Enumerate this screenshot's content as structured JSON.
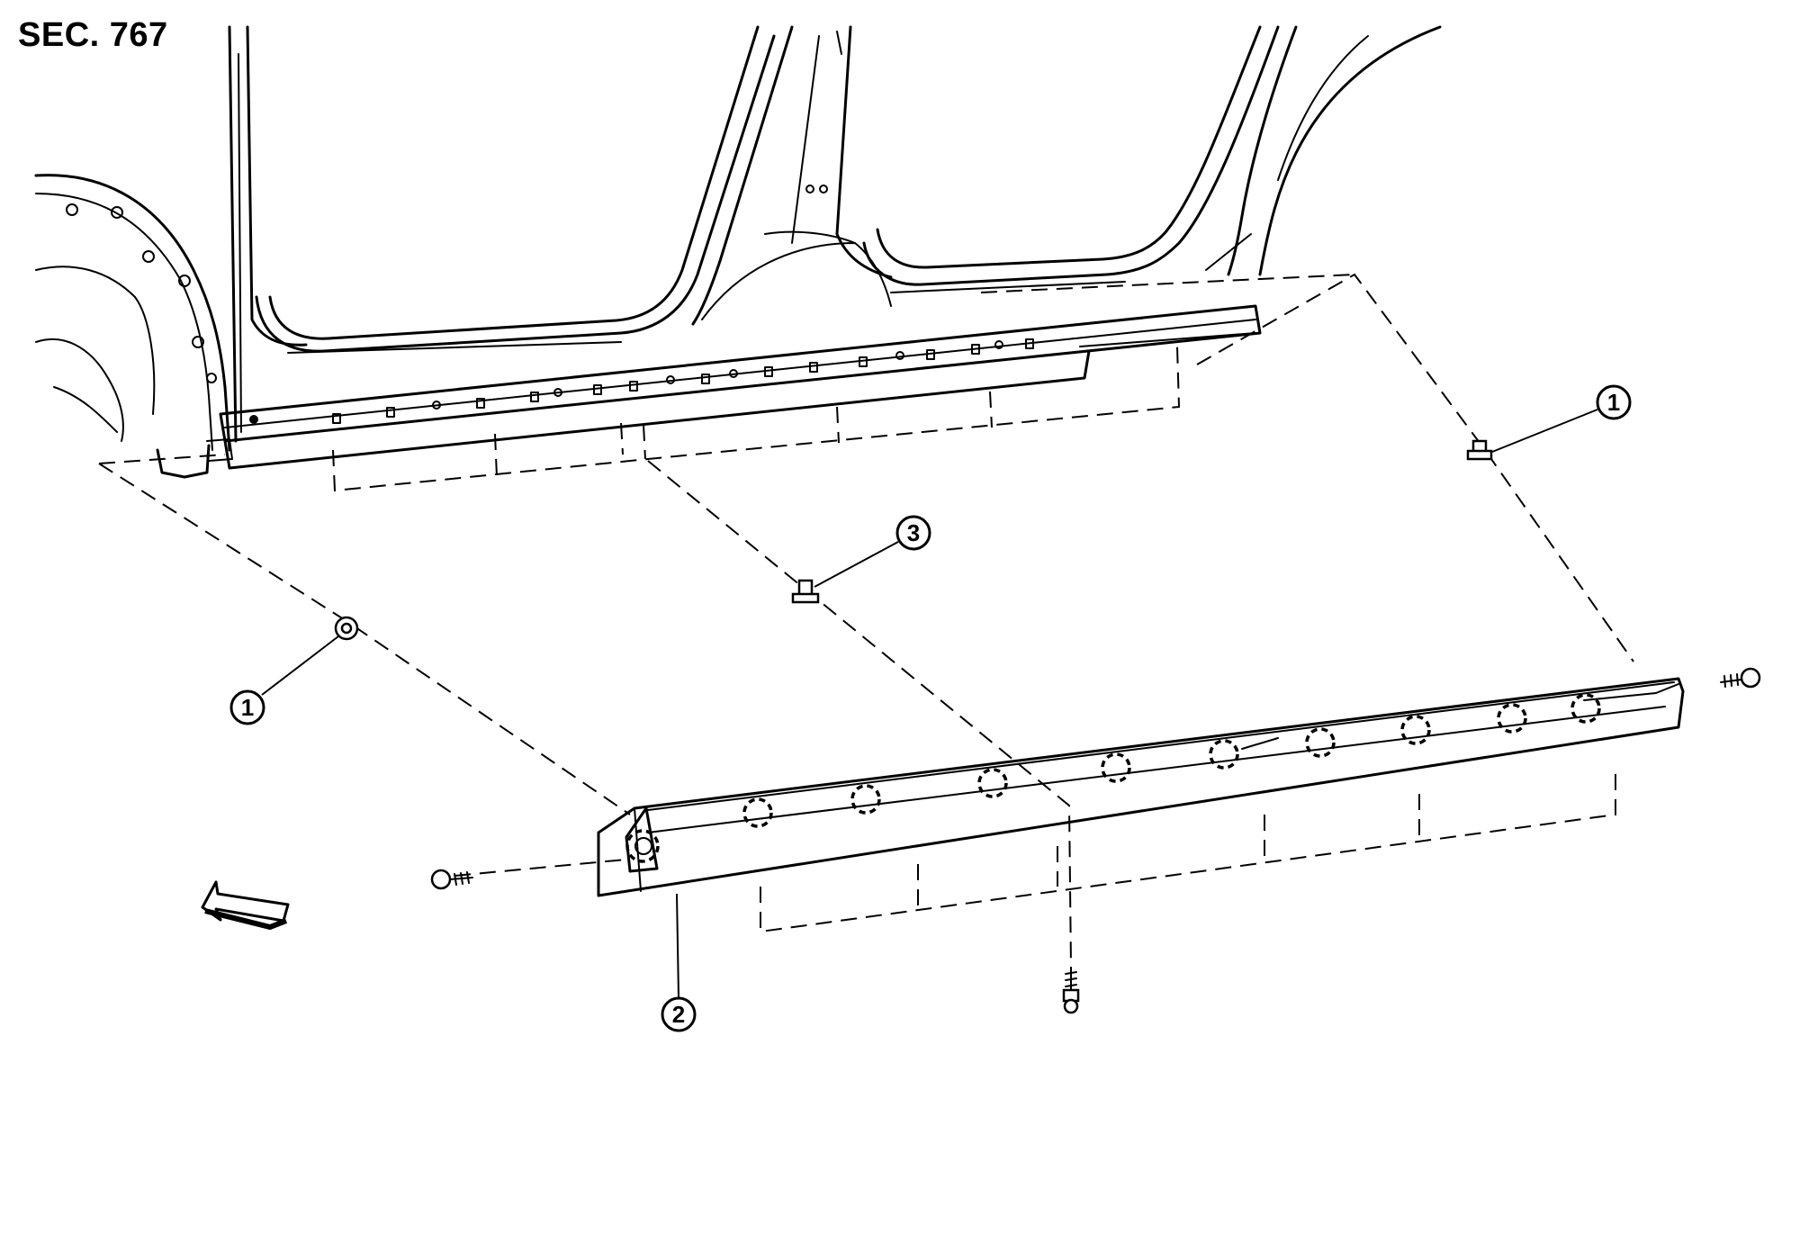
{
  "header": {
    "section_label": "SEC. 767"
  },
  "callouts": [
    {
      "id": "c1-right",
      "number": "1"
    },
    {
      "id": "c1-left",
      "number": "1"
    },
    {
      "id": "c2",
      "number": "2"
    },
    {
      "id": "c3",
      "number": "3"
    }
  ],
  "arrow": {
    "icon": "front-direction-arrow-icon"
  }
}
